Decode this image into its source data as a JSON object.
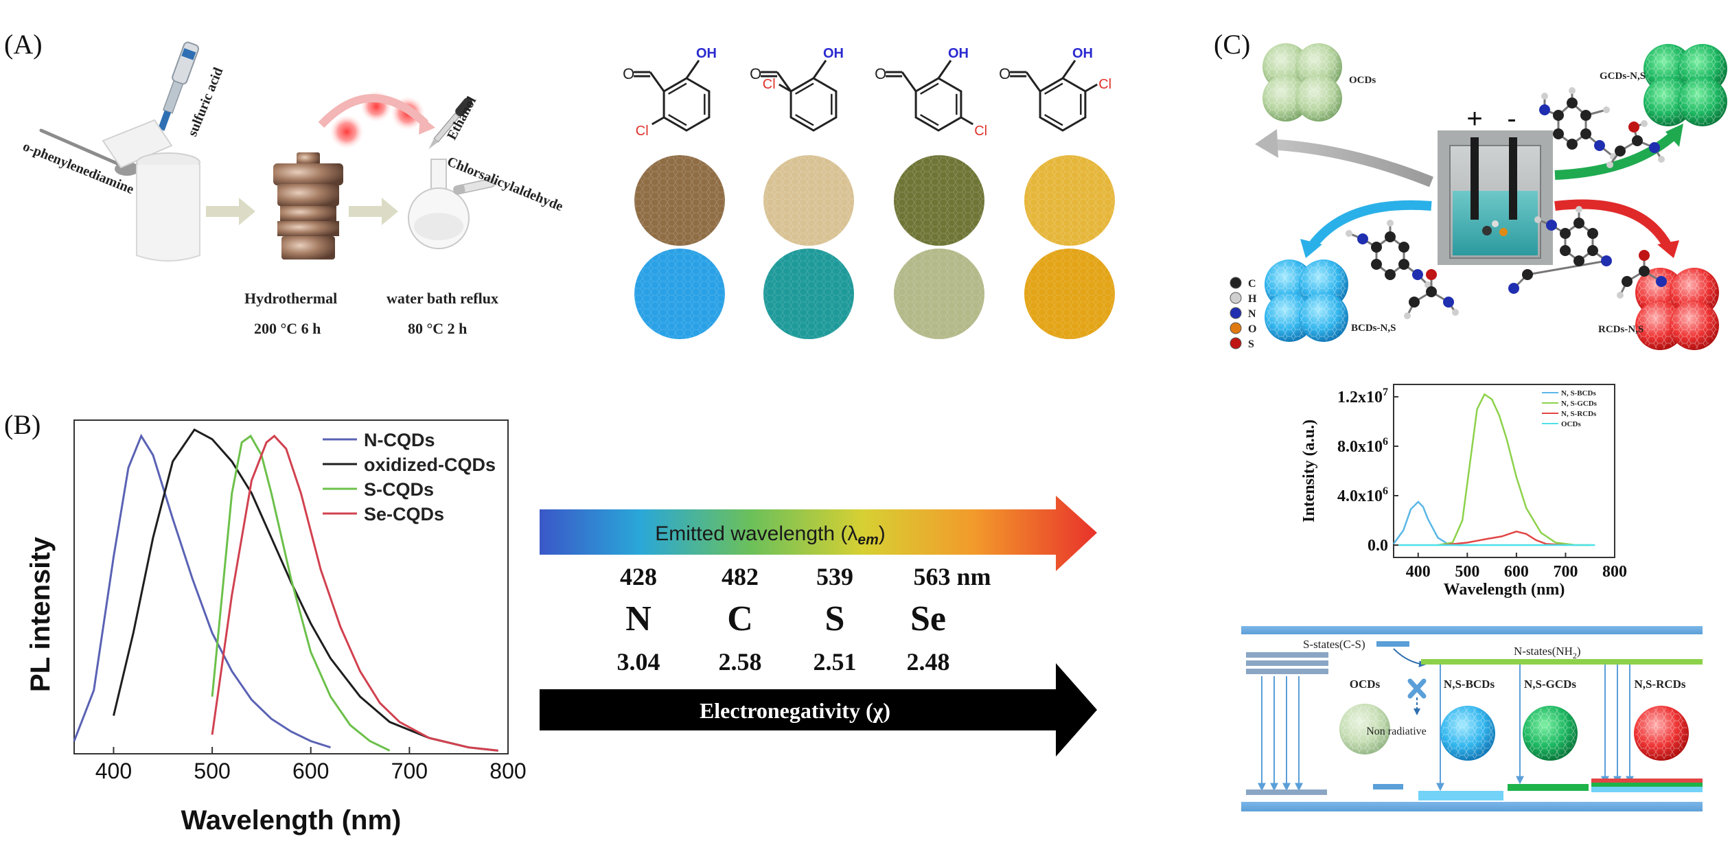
{
  "panel_labels": {
    "a": "(A)",
    "b": "(B)",
    "c": "(C)"
  },
  "panelA": {
    "reagents": {
      "opd": "o-phenylenediamine",
      "acid": "sulfuric acid",
      "ethanol": "Ethanol",
      "csa": "Chlorsalicylaldehyde"
    },
    "steps": [
      {
        "name": "Hydrothermal",
        "cond": "200 °C 6 h"
      },
      {
        "name": "water bath reflux",
        "cond": "80 °C 2 h"
      }
    ],
    "struct": {
      "oh": "OH",
      "cl": "Cl",
      "o": "O"
    },
    "powder_colors": {
      "daylight": [
        "#8f6d45",
        "#d8c294",
        "#6f7536",
        "#e6b63a"
      ],
      "uv": [
        "#2aa1e6",
        "#1f9a9a",
        "#b4b98a",
        "#e3a417"
      ]
    }
  },
  "panelB": {
    "legend": [
      "N-CQDs",
      "oxidized-CQDs",
      "S-CQDs",
      "Se-CQDs"
    ],
    "colors": [
      "#5a62b4",
      "#1e1e1e",
      "#6cc04a",
      "#d1414f"
    ],
    "arrow1": {
      "text": "Emitted wavelength (λ",
      "sub": "em",
      "close": ")"
    },
    "arrow2": {
      "text": "Electronegativity  (χ)"
    },
    "wavelengths": [
      "428",
      "482",
      "539",
      "563 nm"
    ],
    "elements": [
      "N",
      "C",
      "S",
      "Se"
    ],
    "electroneg": [
      "3.04",
      "2.58",
      "2.51",
      "2.48"
    ]
  },
  "chart_data": [
    {
      "type": "line",
      "xlabel": "Wavelength (nm)",
      "ylabel": "PL intensity",
      "xlim": [
        360,
        800
      ],
      "ylim": [
        0,
        1.05
      ],
      "xticks": [
        "400",
        "500",
        "600",
        "700",
        "800"
      ],
      "series": [
        {
          "name": "N-CQDs",
          "x": [
            360,
            380,
            400,
            415,
            428,
            440,
            460,
            480,
            500,
            520,
            540,
            560,
            580,
            600,
            620
          ],
          "y": [
            0.04,
            0.2,
            0.62,
            0.9,
            1.0,
            0.94,
            0.74,
            0.55,
            0.38,
            0.26,
            0.17,
            0.11,
            0.07,
            0.04,
            0.02
          ]
        },
        {
          "name": "oxidized-CQDs",
          "x": [
            400,
            420,
            440,
            460,
            482,
            500,
            520,
            540,
            560,
            580,
            600,
            620,
            650,
            680,
            720,
            760,
            790
          ],
          "y": [
            0.12,
            0.38,
            0.68,
            0.92,
            1.02,
            0.99,
            0.92,
            0.82,
            0.68,
            0.54,
            0.41,
            0.3,
            0.18,
            0.1,
            0.05,
            0.02,
            0.01
          ]
        },
        {
          "name": "S-CQDs",
          "x": [
            500,
            510,
            520,
            530,
            539,
            550,
            560,
            580,
            600,
            620,
            640,
            660,
            680
          ],
          "y": [
            0.18,
            0.5,
            0.82,
            0.98,
            1.0,
            0.94,
            0.82,
            0.55,
            0.32,
            0.18,
            0.09,
            0.04,
            0.01
          ]
        },
        {
          "name": "Se-CQDs",
          "x": [
            500,
            520,
            540,
            555,
            563,
            575,
            590,
            610,
            630,
            650,
            670,
            690,
            720,
            760,
            790
          ],
          "y": [
            0.06,
            0.5,
            0.86,
            0.98,
            1.0,
            0.96,
            0.82,
            0.58,
            0.4,
            0.26,
            0.16,
            0.1,
            0.05,
            0.02,
            0.01
          ]
        }
      ]
    },
    {
      "type": "line",
      "xlabel": "Wavelength (nm)",
      "ylabel": "Intensity (a.u.)",
      "xlim": [
        350,
        800
      ],
      "ylim": [
        -1000000,
        13000000
      ],
      "xticks": [
        "400",
        "500",
        "600",
        "700",
        "800"
      ],
      "yticks": [
        {
          "v": 0,
          "l": "0.0"
        },
        {
          "v": 4000000,
          "l": "4.0x10",
          "e": "6"
        },
        {
          "v": 8000000,
          "l": "8.0x10",
          "e": "6"
        },
        {
          "v": 12000000,
          "l": "1.2x10",
          "e": "7"
        }
      ],
      "series": [
        {
          "name": "N, S-BCDs",
          "color": "#5bb7e6",
          "x": [
            350,
            370,
            385,
            400,
            410,
            420,
            440,
            460,
            480,
            500,
            520
          ],
          "y": [
            100000,
            1200000,
            2900000,
            3500000,
            3100000,
            2100000,
            600000,
            100000,
            0,
            0,
            0
          ]
        },
        {
          "name": "N, S-GCDs",
          "color": "#8cd14a",
          "x": [
            440,
            470,
            490,
            505,
            520,
            535,
            550,
            565,
            580,
            600,
            620,
            650,
            680,
            720,
            750
          ],
          "y": [
            0,
            200000,
            2000000,
            6500000,
            11000000,
            12200000,
            11800000,
            10500000,
            8600000,
            5500000,
            3000000,
            1000000,
            200000,
            0,
            0
          ]
        },
        {
          "name": "N, S-RCDs",
          "color": "#e24545",
          "x": [
            450,
            500,
            540,
            570,
            600,
            620,
            640,
            660,
            700
          ],
          "y": [
            0,
            200000,
            500000,
            700000,
            1100000,
            900000,
            400000,
            100000,
            0
          ]
        },
        {
          "name": "OCDs",
          "color": "#4fe0e8",
          "x": [
            360,
            500,
            600,
            700,
            760
          ],
          "y": [
            0,
            0,
            0,
            0,
            0
          ]
        }
      ]
    }
  ],
  "panelC": {
    "ocds": "OCDs",
    "gcds": "GCDs-N,S",
    "bcds": "BCDs-N,S",
    "rcds": "RCDs-N,S",
    "plus": "+",
    "minus": "-",
    "atoms": [
      "C",
      "H",
      "N",
      "O",
      "S"
    ],
    "atom_colors": [
      "#222222",
      "#cfcfcf",
      "#1f2fb0",
      "#e07a10",
      "#c01515"
    ],
    "energy": {
      "s_states": "S-states(C-S)",
      "n_states": "N-states(NH",
      "n_sub": "2",
      "n_close": ")",
      "ocds": "OCDs",
      "non_rad": "Non radiative",
      "bcds": "N,S-BCDs",
      "gcds": "N,S-GCDs",
      "rcds": "N,S-RCDs"
    }
  }
}
